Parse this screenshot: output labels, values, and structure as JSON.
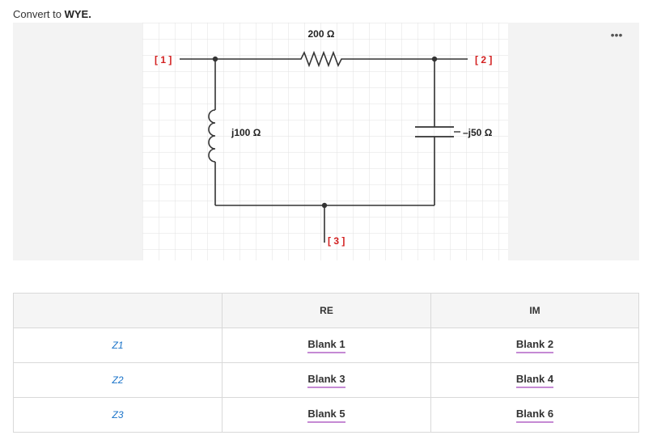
{
  "prompt": {
    "text": "Convert to ",
    "bold": "WYE."
  },
  "figure": {
    "more_label": "•••",
    "node1_label": "[ 1 ]",
    "node2_label": "[ 2 ]",
    "node3_label": "[ 3 ]",
    "resistor_label": "200 Ω",
    "inductor_label": "j100 Ω",
    "capacitor_label": "–j50 Ω",
    "node_label_color": "#d32020"
  },
  "table": {
    "headers": [
      "",
      "RE",
      "IM"
    ],
    "rows": [
      {
        "label": "Z1",
        "re": "Blank 1",
        "im": "Blank 2"
      },
      {
        "label": "Z2",
        "re": "Blank 3",
        "im": "Blank 4"
      },
      {
        "label": "Z3",
        "re": "Blank 5",
        "im": "Blank 6"
      }
    ]
  }
}
